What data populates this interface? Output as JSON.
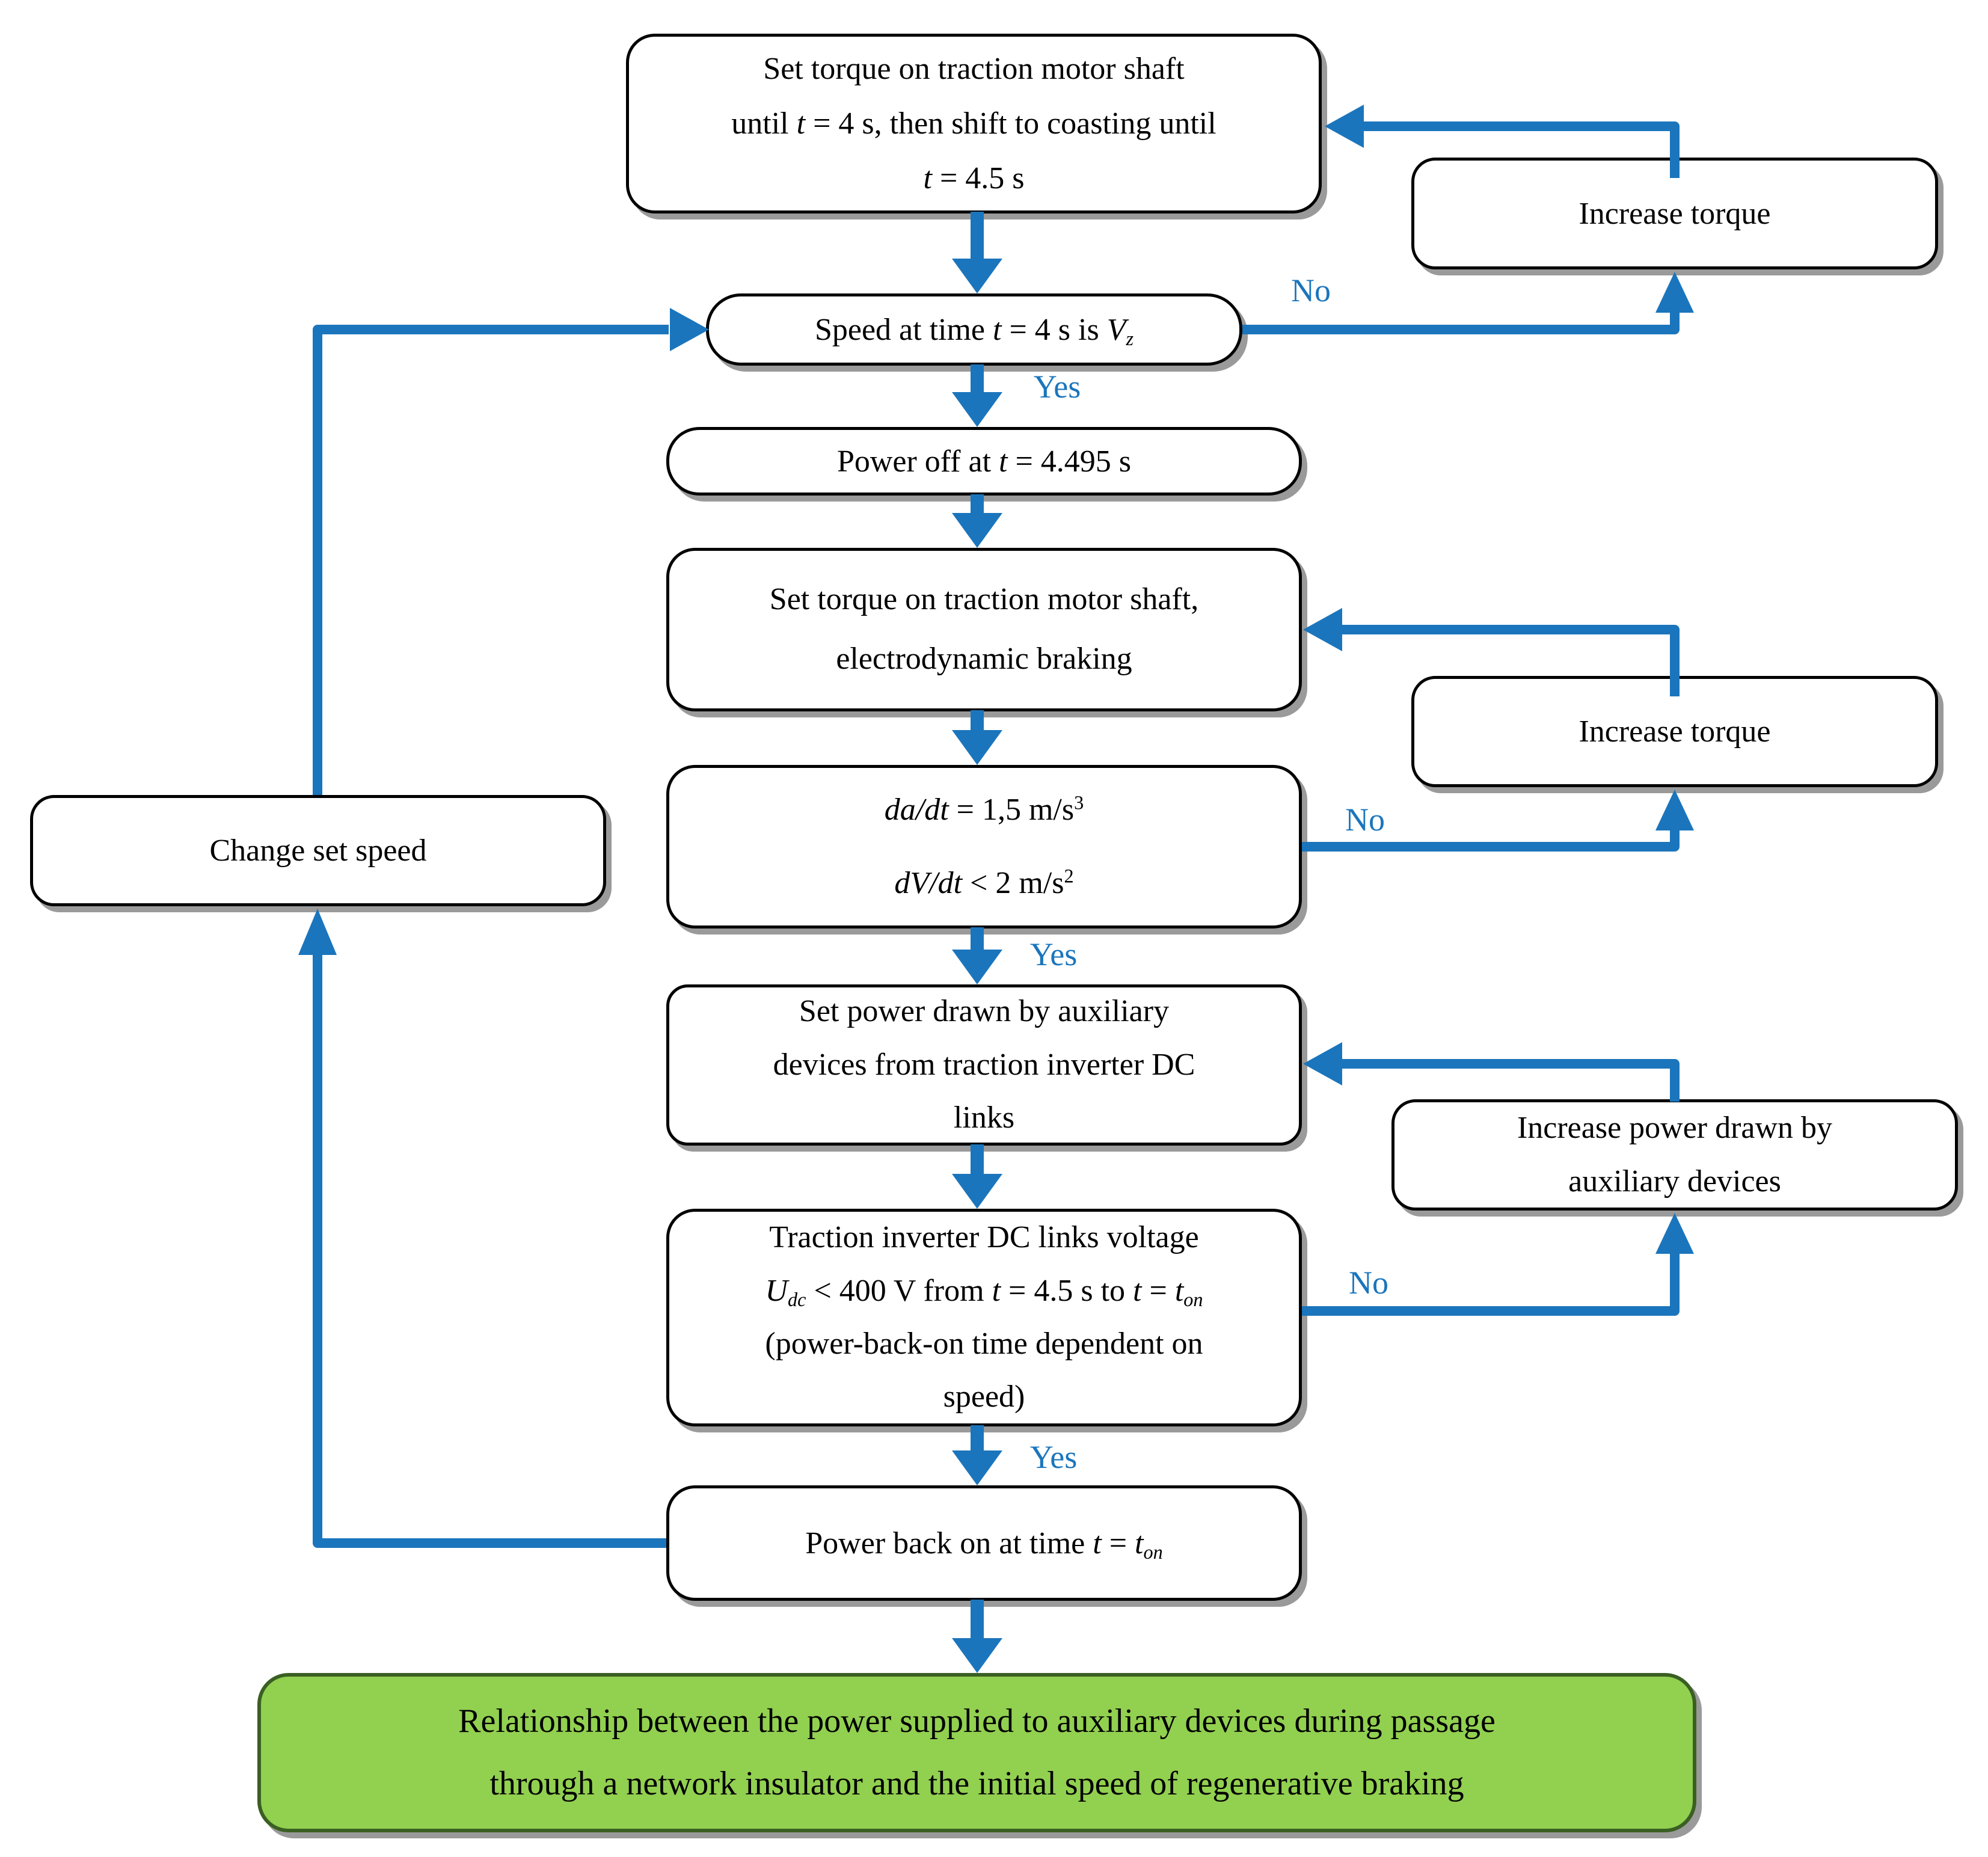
{
  "colors": {
    "accent_blue": "#1B75BC",
    "node_fill": "#FFFFFF",
    "node_border": "#000000",
    "result_fill": "#92D050",
    "result_border": "#3A5F23",
    "shadow_gray": "#9A9A9A",
    "text_black": "#000000"
  },
  "labels": {
    "yes": "Yes",
    "no": "No"
  },
  "nodes": {
    "set_torque_coasting": {
      "lines": [
        [
          "Set torque on traction motor shaft"
        ],
        [
          "until ",
          "t",
          " = 4 s, then shift to coasting until"
        ],
        [
          "t",
          " = 4.5 s"
        ]
      ]
    },
    "speed_check": {
      "lines": [
        [
          "Speed at time ",
          "t",
          " = 4 s is ",
          "V",
          "z"
        ]
      ]
    },
    "power_off": {
      "lines": [
        [
          "Power off at ",
          "t",
          " = 4.495 s"
        ]
      ]
    },
    "set_torque_braking": {
      "lines": [
        [
          "Set torque on traction motor shaft,"
        ],
        [
          "electrodynamic braking"
        ]
      ]
    },
    "ramp_check": {
      "lines": [
        [
          "da/dt",
          " = 1,5 m/s",
          "3"
        ],
        [
          "dV/dt",
          " < 2 m/s",
          "2"
        ]
      ]
    },
    "set_aux_power": {
      "lines": [
        [
          "Set power drawn by auxiliary"
        ],
        [
          "devices from traction inverter DC"
        ],
        [
          "links"
        ]
      ]
    },
    "voltage_check": {
      "lines": [
        [
          "Traction inverter DC links voltage"
        ],
        [
          "U",
          "dc",
          " < 400 V from ",
          "t",
          " = 4.5 s to ",
          "t",
          " = ",
          "t",
          "on"
        ],
        [
          "(power-back-on time dependent on"
        ],
        [
          "speed)"
        ]
      ]
    },
    "power_back_on": {
      "lines": [
        [
          "Power back on at time ",
          "t",
          " = ",
          "t",
          "on"
        ]
      ]
    },
    "change_set_speed": {
      "lines": [
        [
          "Change set speed"
        ]
      ]
    },
    "increase_torque": {
      "lines": [
        [
          "Increase torque"
        ]
      ]
    },
    "increase_aux_power": {
      "lines": [
        [
          "Increase power drawn by"
        ],
        [
          "auxiliary devices"
        ]
      ]
    },
    "result": {
      "lines": [
        [
          "Relationship between the power supplied to auxiliary devices during passage"
        ],
        [
          "through a network insulator and the initial speed of regenerative braking"
        ]
      ]
    }
  }
}
